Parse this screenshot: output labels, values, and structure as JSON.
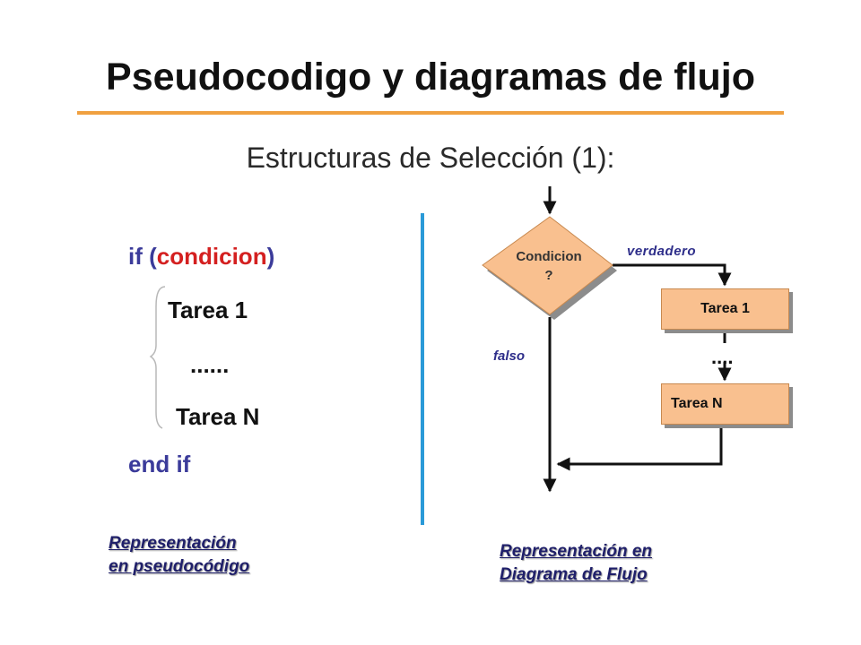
{
  "slide": {
    "title": "Pseudocodigo y diagramas de flujo",
    "subtitle": "Estructuras de Selección (1):"
  },
  "colors": {
    "accent_rule": "#f0a040",
    "divider": "#2a9ad8",
    "keyword": "#3b3b9a",
    "condition": "#d42020",
    "box_fill": "#f9c08f",
    "caption": "#1f1f6a"
  },
  "pseudocode": {
    "kw_if": "if",
    "open_paren": "(",
    "condition": "condicion",
    "close_paren": ")",
    "task_first": "Tarea 1",
    "ellipsis": "......",
    "task_last": "Tarea N",
    "end_line": "end if"
  },
  "flowchart": {
    "decision_line1": "Condicion",
    "decision_line2": "?",
    "true_label": "verdadero",
    "false_label": "falso",
    "task_first": "Tarea 1",
    "ellipsis": "....",
    "task_last": "Tarea N"
  },
  "captions": {
    "pseudocode_line1": "Representación",
    "pseudocode_line2": "en pseudocódigo",
    "flow_line1": "Representación en",
    "flow_line2": "Diagrama de Flujo"
  }
}
